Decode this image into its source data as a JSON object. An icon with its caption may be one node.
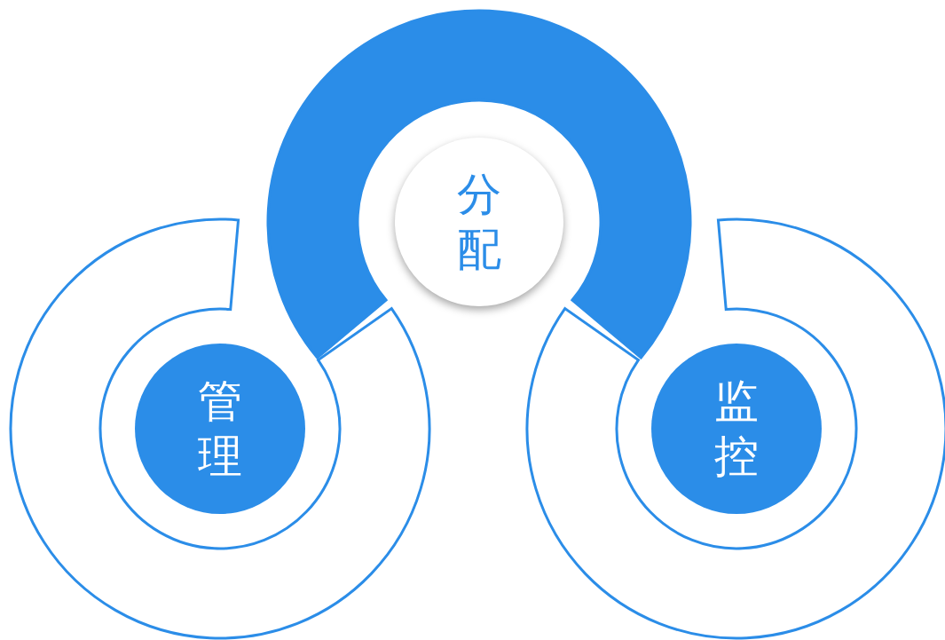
{
  "diagram": {
    "nodes": [
      {
        "text": [
          "分配"
        ]
      },
      {
        "text": [
          "管理"
        ]
      },
      {
        "text": [
          "监控"
        ]
      }
    ]
  }
}
